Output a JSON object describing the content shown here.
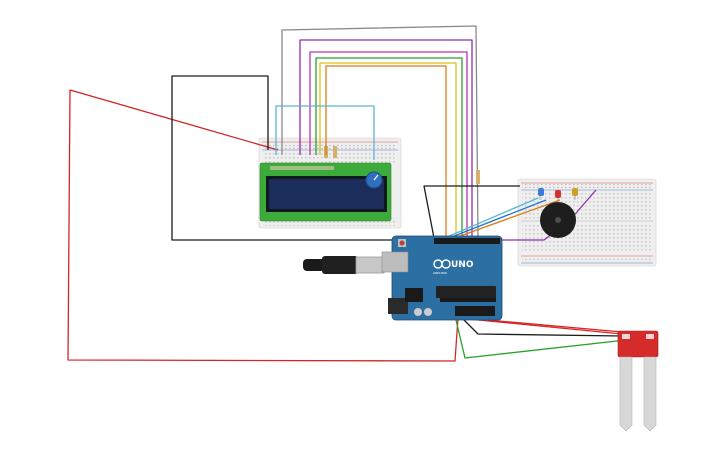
{
  "canvas": {
    "background": "#ffffff"
  },
  "arduino": {
    "label_uno": "UNO",
    "label_arduino": "ARDUINO",
    "board_color": "#2c6fa3",
    "chip_color": "#222222"
  },
  "lcd": {
    "pcb_color": "#3dab3a",
    "screen_color": "#1d2d5b",
    "pot_color": "#2f6fbe"
  },
  "soil_sensor": {
    "color": "#d52b2b",
    "prong_color": "#d8d8d8"
  },
  "buzzer": {
    "color": "#1e1e1e"
  },
  "breadboard": {
    "color": "#efefef",
    "rail_red": "#d9534f",
    "rail_blue": "#5a7fc0"
  },
  "wire_colors": {
    "red": "#d42626",
    "black": "#1c1c1c",
    "gray": "#8a8a8a",
    "purple": "#8e2fa8",
    "magenta": "#c030b0",
    "green": "#2ca02c",
    "yellow": "#d6c21c",
    "orange": "#e07b15",
    "cyan": "#5ab4d6",
    "blue": "#1f77d4"
  },
  "leds": [
    {
      "name": "led-blue",
      "color": "#3a7bd5"
    },
    {
      "name": "led-red",
      "color": "#d63232"
    },
    {
      "name": "led-yellow",
      "color": "#c9a227"
    }
  ]
}
